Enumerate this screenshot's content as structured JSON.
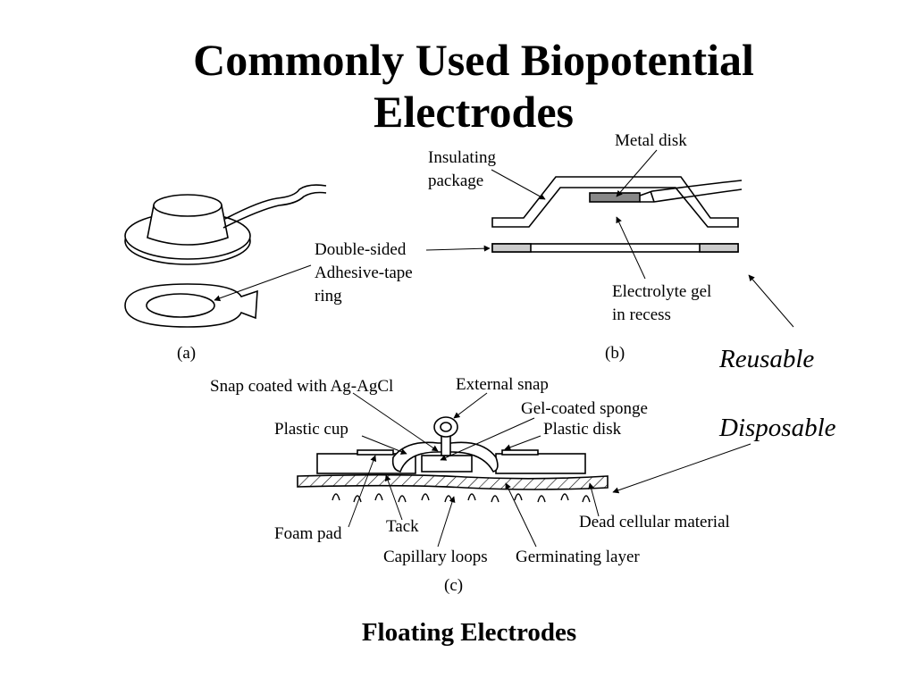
{
  "title": {
    "line1": "Commonly Used  Biopotential",
    "line2": "Electrodes"
  },
  "subtitle": "Floating Electrodes",
  "panel_a": {
    "label": "(a)",
    "tape_ring": [
      "Double-sided",
      "Adhesive-tape",
      "ring"
    ]
  },
  "panel_b": {
    "label": "(b)",
    "metal_disk": "Metal disk",
    "insulating": [
      "Insulating",
      "package"
    ],
    "electrolyte": [
      "Electrolyte gel",
      "in recess"
    ]
  },
  "panel_c": {
    "label": "(c)",
    "snap_coated": "Snap coated with Ag-AgCl",
    "external_snap": "External snap",
    "gel_sponge": "Gel-coated sponge",
    "plastic_cup": "Plastic cup",
    "plastic_disk": "Plastic disk",
    "dead_cellular": "Dead cellular material",
    "tack": "Tack",
    "foam_pad": "Foam pad",
    "capillary": "Capillary loops",
    "germinating": "Germinating layer"
  },
  "categories": {
    "reusable": "Reusable",
    "disposable": "Disposable"
  }
}
